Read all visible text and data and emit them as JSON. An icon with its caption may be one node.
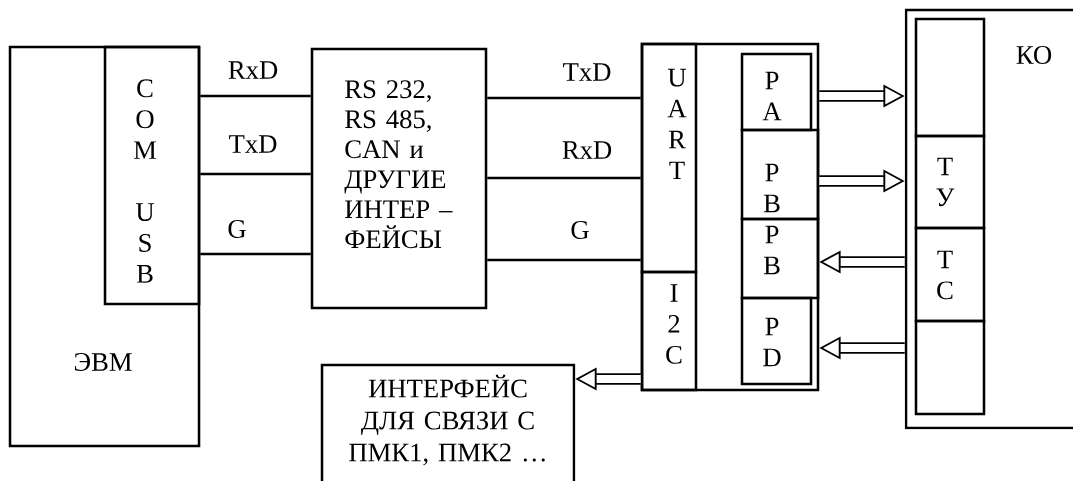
{
  "diagram": {
    "nodes": [
      {
        "text": [
          "ЭВМ"
        ]
      },
      {
        "text": [
          "COM USB"
        ],
        "in": 0
      },
      {
        "text": [
          "RS 232, RS 485, CAN и ДРУГИЕ ИНТЕР – ФЕЙСЫ"
        ]
      },
      {
        "text": [],
        "shape": "box"
      },
      {
        "text": [
          "UART"
        ],
        "in": 3
      },
      {
        "text": [
          "I2C"
        ],
        "in": 3
      },
      {
        "text": [
          "PA"
        ],
        "in": 3
      },
      {
        "text": [
          "PB"
        ],
        "in": 3
      },
      {
        "text": [
          "PB"
        ],
        "in": 3
      },
      {
        "text": [
          "PD"
        ],
        "in": 3
      },
      {
        "text": [
          "КО"
        ]
      },
      {
        "text": [],
        "shape": "box",
        "in": 10
      },
      {
        "text": [
          "ТУ"
        ],
        "in": 10
      },
      {
        "text": [
          "ТС"
        ],
        "in": 10
      },
      {
        "text": [],
        "shape": "box",
        "in": 10
      },
      {
        "text": [
          "ИНТЕРФЕЙС ДЛЯ СВЯЗИ С ПМК1, ПМК2 …"
        ]
      }
    ],
    "edges": [
      {
        "from": 1,
        "to": 2,
        "arrow": "none",
        "label": "RxD"
      },
      {
        "from": 1,
        "to": 2,
        "arrow": "none",
        "label": "TxD"
      },
      {
        "from": 1,
        "to": 2,
        "arrow": "none",
        "label": "G"
      },
      {
        "from": 2,
        "to": 4,
        "arrow": "none",
        "label": "TxD"
      },
      {
        "from": 2,
        "to": 4,
        "arrow": "none",
        "label": "RxD"
      },
      {
        "from": 2,
        "to": 4,
        "arrow": "none",
        "label": "G"
      },
      {
        "from": 6,
        "to": 10,
        "arrow": "to",
        "style": "thick"
      },
      {
        "from": 7,
        "to": 10,
        "arrow": "to",
        "style": "thick"
      },
      {
        "from": 10,
        "to": 8,
        "arrow": "to",
        "style": "thick"
      },
      {
        "from": 10,
        "to": 9,
        "arrow": "to",
        "style": "thick"
      },
      {
        "from": 5,
        "to": 15,
        "arrow": "to",
        "style": "thick"
      }
    ]
  }
}
